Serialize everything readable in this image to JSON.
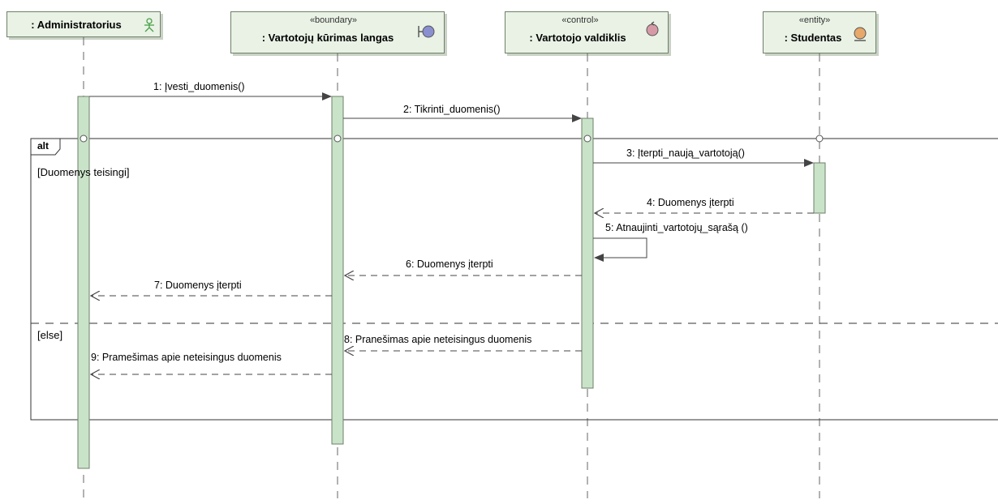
{
  "lifelines": [
    {
      "id": "admin",
      "stereotype": "",
      "name": ": Administratorius",
      "icon": "actor-icon"
    },
    {
      "id": "boundary",
      "stereotype": "«boundary»",
      "name": ": Vartotojų kūrimas langas",
      "icon": "boundary-icon"
    },
    {
      "id": "control",
      "stereotype": "«control»",
      "name": ": Vartotojo valdiklis",
      "icon": "control-icon"
    },
    {
      "id": "entity",
      "stereotype": "«entity»",
      "name": ": Studentas",
      "icon": "entity-icon"
    }
  ],
  "fragment": {
    "operator": "alt",
    "guards": [
      "[Duomenys teisingi]",
      "[else]"
    ]
  },
  "messages": [
    {
      "label": "1: Įvesti_duomenis()",
      "kind": "sync"
    },
    {
      "label": "2: Tikrinti_duomenis()",
      "kind": "sync"
    },
    {
      "label": "3: Įterpti_naują_vartotoją()",
      "kind": "sync"
    },
    {
      "label": "4: Duomenys įterpti",
      "kind": "reply"
    },
    {
      "label": "5: Atnaujinti_vartotojų_sąrašą ()",
      "kind": "self"
    },
    {
      "label": "6: Duomenys įterpti",
      "kind": "reply"
    },
    {
      "label": "7: Duomenys įterpti",
      "kind": "reply"
    },
    {
      "label": "8: Pranešimas apie neteisingus duomenis",
      "kind": "reply"
    },
    {
      "label": "9: Pramešimas apie neteisingus duomenis",
      "kind": "reply"
    }
  ],
  "colors": {
    "head_fill": "#e9f2e5",
    "activation_fill": "#c9e3c9",
    "line": "#555555",
    "boundary_icon": "#8a8fd0",
    "control_icon": "#d69aa6",
    "entity_icon": "#e7a86a",
    "actor_icon": "#4aa04a"
  }
}
